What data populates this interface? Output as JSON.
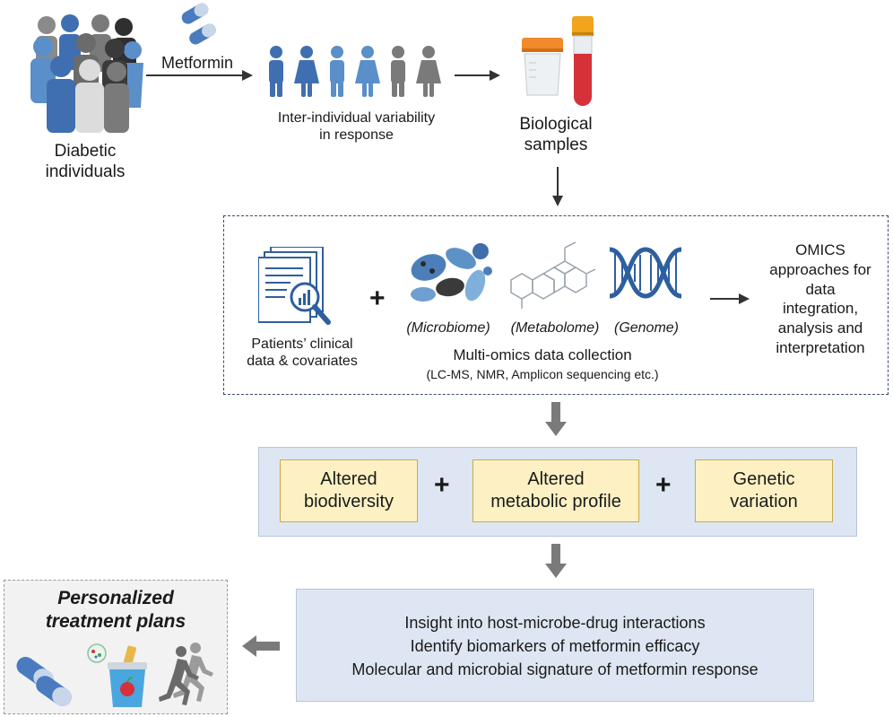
{
  "top": {
    "population_label": [
      "Diabetic",
      "individuals"
    ],
    "drug_label": "Metformin",
    "variability_label": [
      "Inter-individual variability",
      "in response"
    ],
    "samples_label": [
      "Biological",
      "samples"
    ]
  },
  "omics": {
    "clinical_label": [
      "Patients’ clinical",
      "data & covariates"
    ],
    "plus": "+",
    "microbiome_label": "(Microbiome)",
    "metabolome_label": "(Metabolome)",
    "genome_label": "(Genome)",
    "collection_title": "Multi-omics data collection",
    "collection_methods": "(LC-MS, NMR, Amplicon sequencing etc.)",
    "approaches_label": [
      "OMICS",
      "approaches for",
      "data",
      "integration,",
      "analysis and",
      "interpretation"
    ]
  },
  "findings": {
    "items": [
      [
        "Altered",
        "biodiversity"
      ],
      [
        "Altered",
        "metabolic profile"
      ],
      [
        "Genetic",
        "variation"
      ]
    ],
    "plus": "+"
  },
  "insights": {
    "lines": [
      "Insight into host-microbe-drug interactions",
      "Identify biomarkers of metformin efficacy",
      "Molecular and microbial signature of metformin response"
    ]
  },
  "outcome": {
    "title": [
      "Personalized",
      "treatment plans"
    ]
  },
  "colors": {
    "person_blue": "#3f6fb0",
    "person_lightblue": "#5a8fc9",
    "person_gray": "#7a7a7a",
    "person_dark": "#3a3a3a",
    "panel_blue": "#dde6f2",
    "finding_yellow": "#fdf1c4",
    "helix_blue": "#2e5f9e"
  }
}
